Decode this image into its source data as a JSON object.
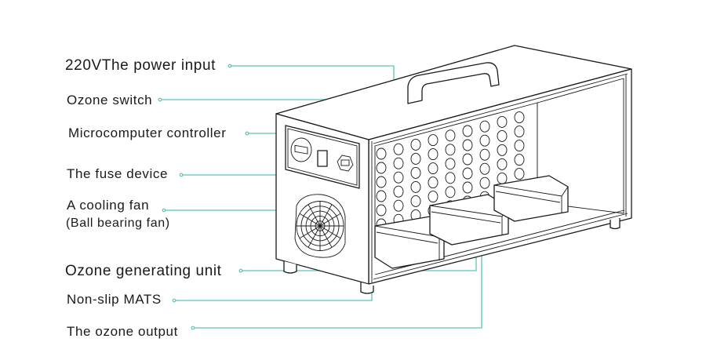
{
  "diagram": {
    "title": "Ozone generator components",
    "leader_color": "#5fc4b4",
    "labels": [
      {
        "id": "power-input",
        "text": "220VThe power input"
      },
      {
        "id": "ozone-switch",
        "text": "Ozone switch"
      },
      {
        "id": "microcomputer-controller",
        "text": "Microcomputer controller"
      },
      {
        "id": "fuse-device",
        "text": "The fuse device"
      },
      {
        "id": "cooling-fan",
        "text": "A cooling fan",
        "subtext": "(Ball bearing fan)"
      },
      {
        "id": "ozone-generating-unit",
        "text": "Ozone generating unit"
      },
      {
        "id": "non-slip-mats",
        "text": "Non-slip MATS"
      },
      {
        "id": "ozone-output",
        "text": "The ozone output"
      }
    ]
  }
}
